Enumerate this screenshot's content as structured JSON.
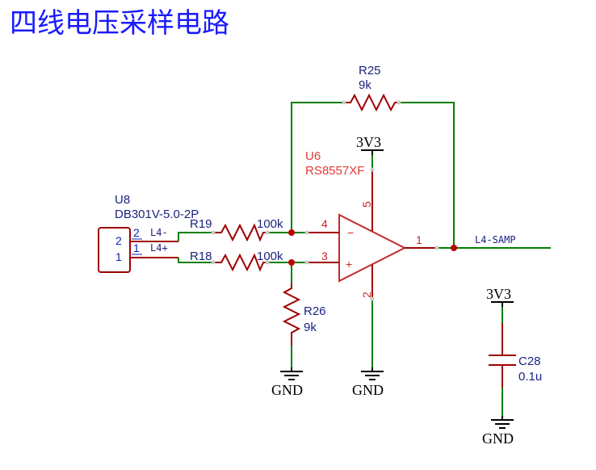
{
  "title": "四线电压采样电路",
  "colors": {
    "title": "#1a1aff",
    "wire": "#008000",
    "component": "#a00000",
    "refdes_opamp": "#e53935"
  },
  "u8": {
    "ref": "U8",
    "value": "DB301V-5.0-2P",
    "pin2": "2",
    "pin1": "1",
    "net2": "L4-",
    "net1": "L4+"
  },
  "r19": {
    "ref": "R19",
    "value": "100k"
  },
  "r18": {
    "ref": "R18",
    "value": "100k"
  },
  "r25": {
    "ref": "R25",
    "value": "9k"
  },
  "r26": {
    "ref": "R26",
    "value": "9k"
  },
  "u6": {
    "ref": "U6",
    "value": "RS8557XF",
    "pin_inv": "4",
    "pin_noninv": "3",
    "pin_out": "1",
    "pin_vcc": "5",
    "pin_gnd": "2",
    "minus": "−",
    "plus": "+"
  },
  "output_net": "L4-SAMP",
  "c28": {
    "ref": "C28",
    "value": "0.1u"
  },
  "power": {
    "vcc_opamp": "3V3",
    "vcc_cap": "3V3",
    "gnd_r26": "GND",
    "gnd_opamp": "GND",
    "gnd_cap": "GND"
  }
}
